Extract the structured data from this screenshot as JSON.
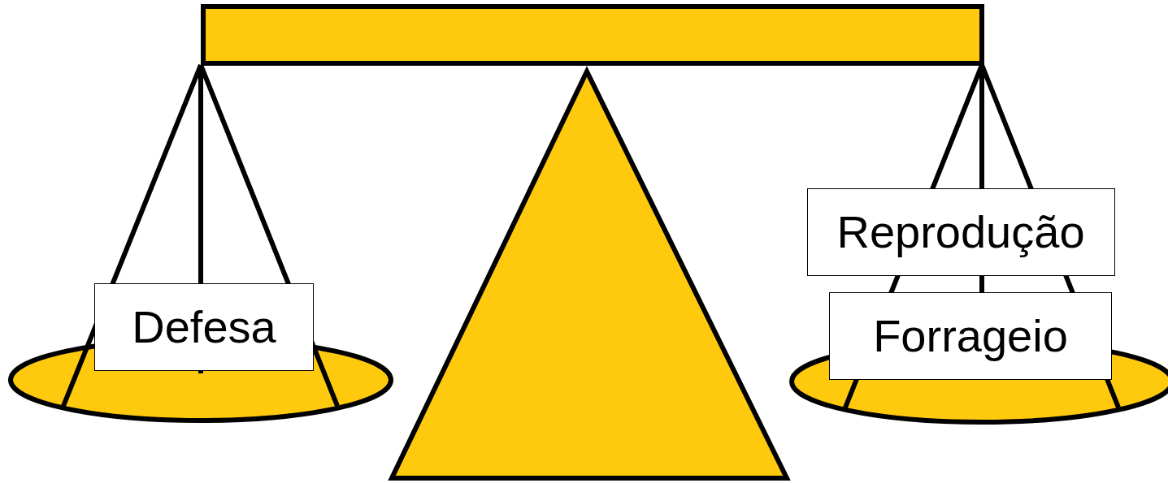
{
  "diagram": {
    "nodes": [
      {
        "text": [
          "Defesa"
        ]
      },
      {
        "text": [
          "Reprodução"
        ]
      },
      {
        "text": [
          "Forrageio"
        ]
      }
    ]
  }
}
